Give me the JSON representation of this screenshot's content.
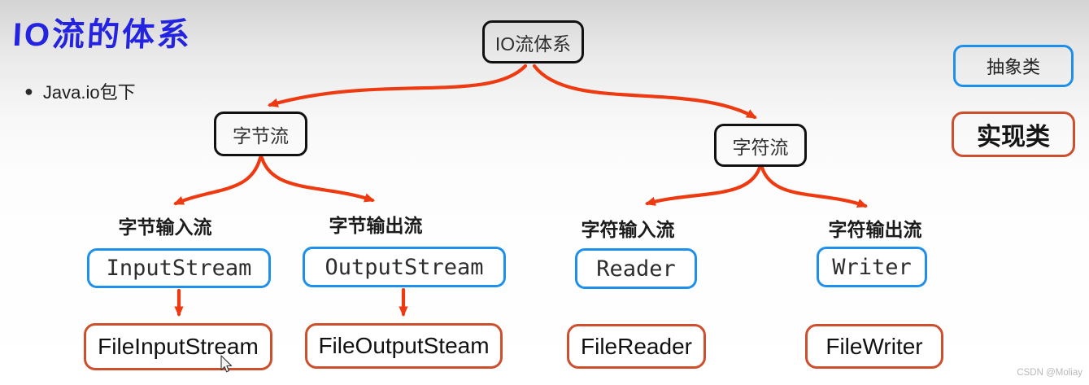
{
  "title": "IO流的体系",
  "bullet": {
    "marker": "●",
    "text": "Java.io包下"
  },
  "watermark": "CSDN @Moliay",
  "diagram": {
    "root": "IO流体系",
    "byte_stream": "字节流",
    "char_stream": "字符流",
    "branches": [
      {
        "category": "字节输入流",
        "abstract": "InputStream",
        "impl": "FileInputStream"
      },
      {
        "category": "字节输出流",
        "abstract": "OutputStream",
        "impl": "FileOutputSteam"
      },
      {
        "category": "字符输入流",
        "abstract": "Reader",
        "impl": "FileReader"
      },
      {
        "category": "字符输出流",
        "abstract": "Writer",
        "impl": "FileWriter"
      }
    ]
  },
  "legend": {
    "abstract": "抽象类",
    "implementation": "实现类"
  },
  "colors": {
    "title_blue": "#2323e0",
    "abstract_border": "#1e90ea",
    "impl_border": "#cd4f2e",
    "arrow_red": "#ee3a10",
    "node_border": "#111111"
  },
  "icons": {
    "bullet": "filled-circle",
    "cursor": "mouse-pointer"
  }
}
